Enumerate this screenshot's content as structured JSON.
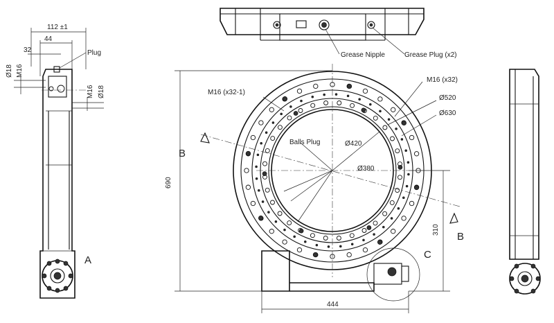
{
  "labels": {
    "d112": "112 ±1",
    "d44_top": "44",
    "d32": "32",
    "plug": "Plug",
    "d18a": "Ø18",
    "m16a": "M16",
    "m16b": "M16",
    "d18b": "Ø18",
    "letter_a": "A",
    "grease_nipple": "Grease Nipple",
    "grease_plug": "Grease Plug (x2)",
    "m16_x32_1": "M16 (x32-1)",
    "m16_x32": "M16 (x32)",
    "d520": "Ø520",
    "d630": "Ø630",
    "d420": "Ø420",
    "d380": "Ø380",
    "balls_plug": "Balls Plug",
    "letter_b_left": "B",
    "letter_b_right": "B",
    "letter_c": "C",
    "d690": "690",
    "d310": "310",
    "d444": "444"
  }
}
